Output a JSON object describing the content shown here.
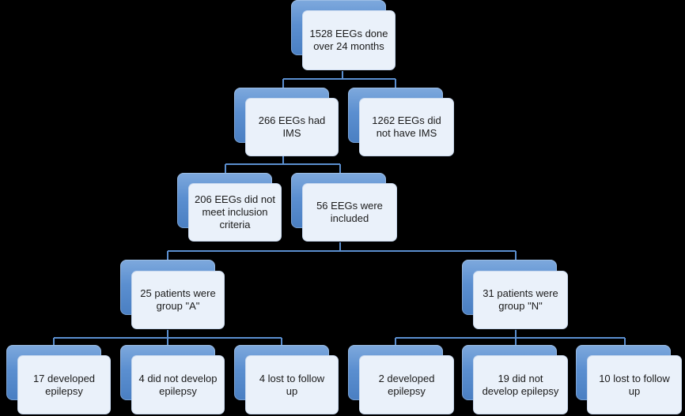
{
  "colors": {
    "background": "#000000",
    "box_fill": "#eaf1fa",
    "box_back": "#5b8fd0",
    "connector": "#5b8fd0"
  },
  "nodes": {
    "root": "1528 EEGs done\nover 24 months",
    "had_ims": "266 EEGs had\nIMS",
    "no_ims": "1262 EEGs did\nnot have IMS",
    "not_meet": "206 EEGs did not\nmeet inclusion\ncriteria",
    "included": "56 EEGs were\nincluded",
    "group_a": "25 patients were\ngroup \"A\"",
    "group_n": "31 patients were\ngroup \"N\"",
    "a_developed": "17 developed\nepilepsy",
    "a_not_develop": "4 did not develop\nepilepsy",
    "a_lost": "4 lost to follow\nup",
    "n_developed": "2 developed\nepilepsy",
    "n_not_develop": "19 did not\ndevelop epilepsy",
    "n_lost": "10 lost to follow\nup"
  }
}
